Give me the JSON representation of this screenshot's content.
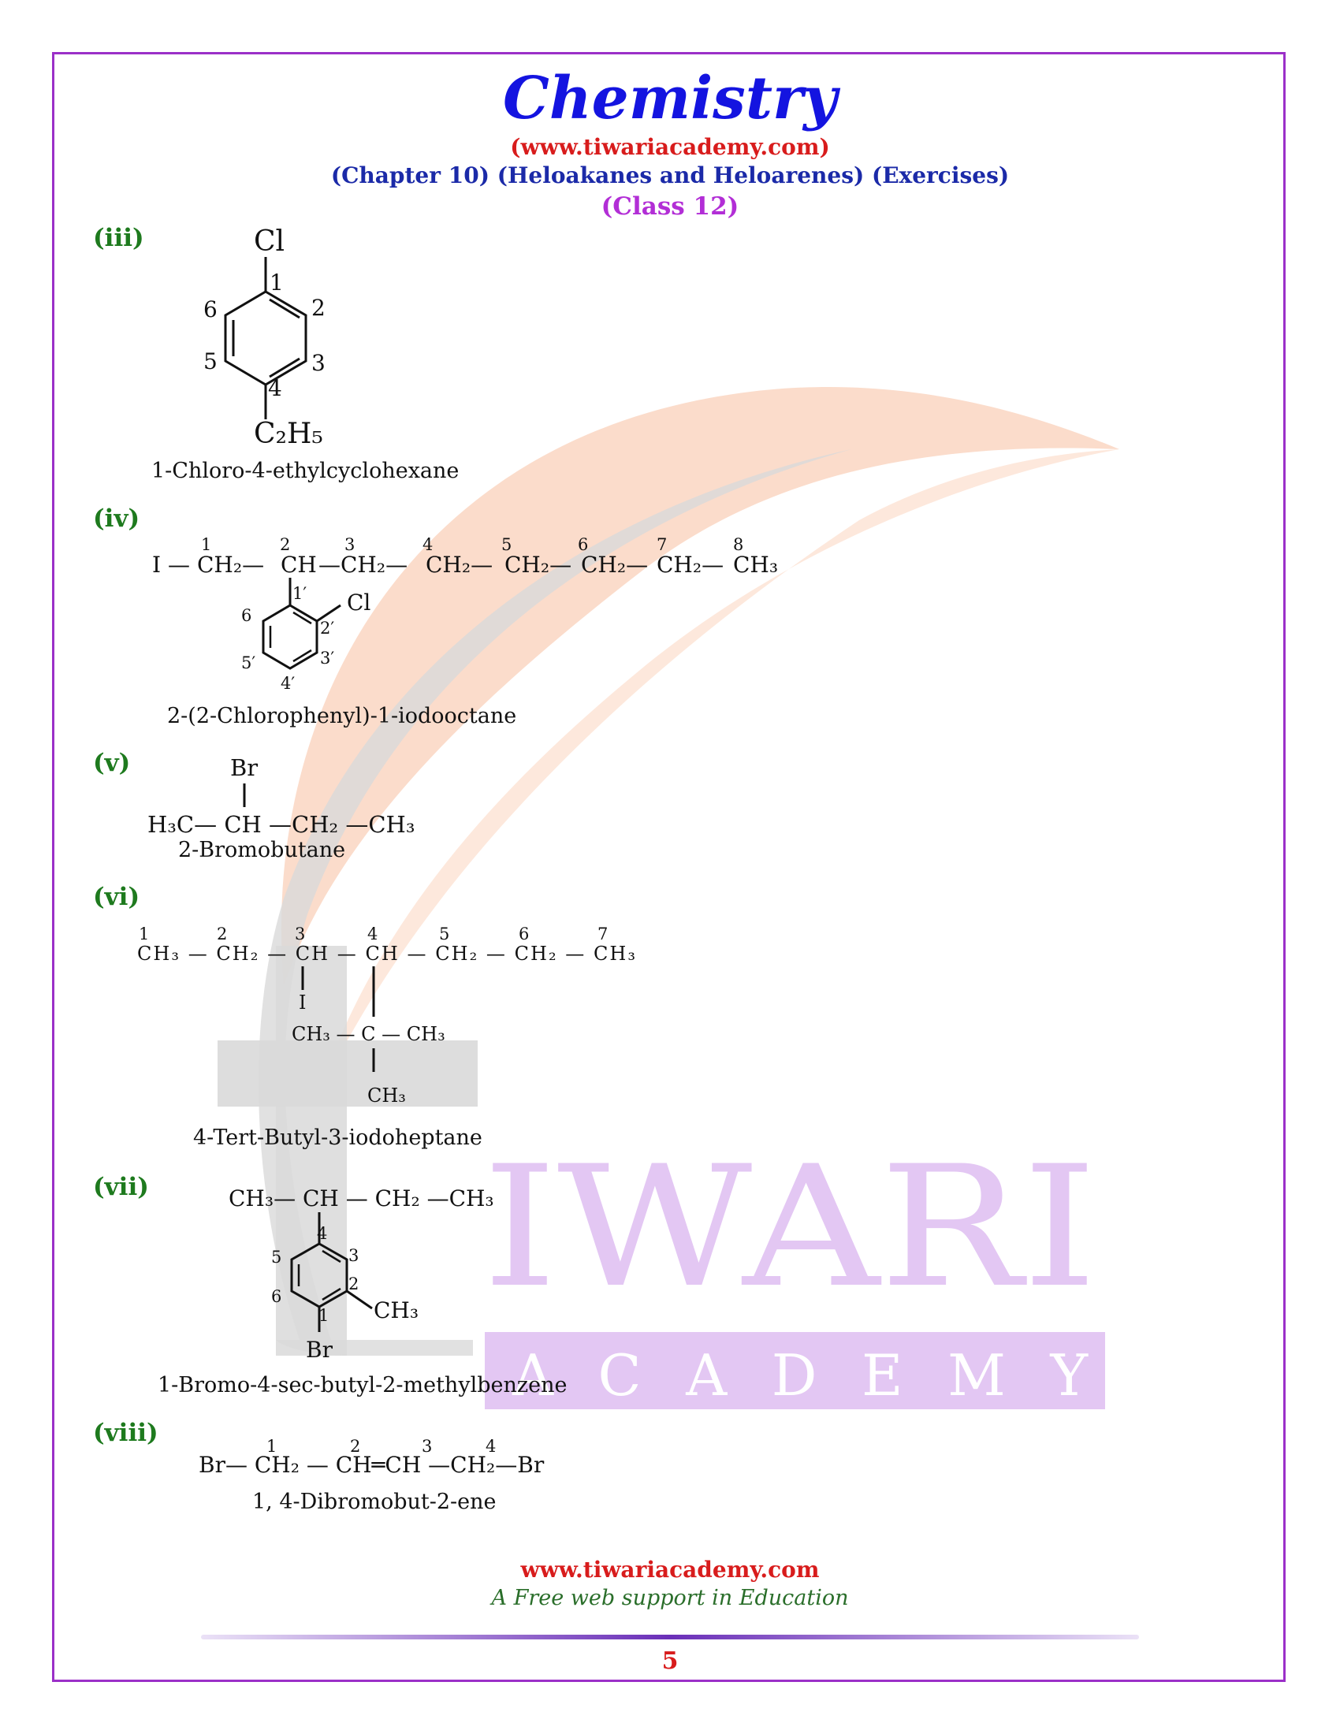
{
  "header": {
    "title": "Chemistry",
    "website": "(www.tiwariacademy.com)",
    "chapter": "(Chapter 10) (Heloakanes and Heloarenes) (Exercises)",
    "class": "(Class 12)"
  },
  "watermark": {
    "word": "IWARI",
    "subword": "A C A D E M Y",
    "letter_color": "#e3c7f3",
    "leaf_color": "#fbdccb"
  },
  "items": [
    {
      "label": "(iii)",
      "name": "1-Chloro-4-ethylcyclohexane",
      "atoms": {
        "cl": "Cl",
        "c2h5": "C₂H₅",
        "n1": "1",
        "n2": "2",
        "n3": "3",
        "n4": "4",
        "n5": "5",
        "n6": "6"
      }
    },
    {
      "label": "(iv)",
      "name": "2-(2-Chlorophenyl)-1-iodooctane",
      "chain": [
        "I —",
        "CH₂—",
        "CH",
        "—CH₂—",
        "CH₂—",
        "CH₂—",
        "CH₂—",
        "CH₂—",
        "CH₃"
      ],
      "nums": [
        "1",
        "2",
        "3",
        "4",
        "5",
        "6",
        "7",
        "8"
      ],
      "ring": {
        "cl": "Cl",
        "r1": "1′",
        "r2": "2′",
        "r3": "3′",
        "r4": "4′",
        "r5": "5′",
        "r6": "6"
      }
    },
    {
      "label": "(v)",
      "name": "2-Bromobutane",
      "br": "Br",
      "formula": "H₃C— CH —CH₂ —CH₃"
    },
    {
      "label": "(vi)",
      "name": "4-Tert-Butyl-3-iodoheptane",
      "chain": "CH₃ — CH₂ — CH — CH — CH₂ — CH₂ — CH₃",
      "nums": [
        "1",
        "2",
        "3",
        "4",
        "5",
        "6",
        "7"
      ],
      "iodo": "I",
      "tbutyl_row": "CH₃ — C — CH₃",
      "tbutyl_bottom": "CH₃"
    },
    {
      "label": "(vii)",
      "name": "1-Bromo-4-sec-butyl-2-methylbenzene",
      "chain": "CH₃— CH — CH₂ —CH₃",
      "ring": {
        "n1": "1",
        "n2": "2",
        "n3": "3",
        "n4": "4",
        "n5": "5",
        "n6": "6",
        "methyl": "CH₃",
        "br": "Br"
      }
    },
    {
      "label": "(viii)",
      "name": "1, 4-Dibromobut-2-ene",
      "formula": "Br— CH₂ — CH═CH —CH₂—Br",
      "nums": [
        "1",
        "2",
        "3",
        "4"
      ]
    }
  ],
  "footer": {
    "website": "www.tiwariacademy.com",
    "tagline": "A Free web support in Education",
    "page": "5"
  }
}
